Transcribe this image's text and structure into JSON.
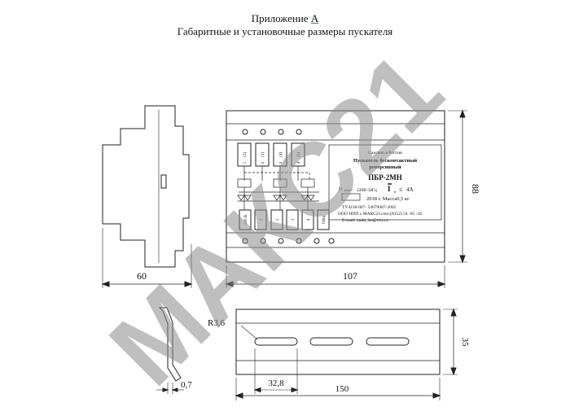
{
  "header": {
    "line1_prefix": "Приложение ",
    "line1_letter": "А",
    "line2": "Габаритные и установочные размеры пускателя"
  },
  "side_view": {
    "width_dim": "60"
  },
  "front_view": {
    "width_dim": "107",
    "height_dim": "88",
    "label": {
      "made_in": "Сделано в России",
      "name_line1": "Пускатель бесконтактный",
      "name_line2": "реверсивный",
      "model": "ПБР-2МН",
      "supply_u": "U",
      "supply_sub": "пит.=",
      "supply_value": "220В  50Гц",
      "current_i": "I",
      "current_sub": "н",
      "current_sign": "≤",
      "current_value": "4А",
      "year_mass": "2018 г.  Масса0,5 кг",
      "tu": "ТУ4218-007- 54079087-2005",
      "company": "ООО НПП « МАКС21»тел.(8352) 54 -05 -24",
      "email": "E-mail: maks_ko@cbx.ru"
    },
    "top_terminals": [
      "(2)",
      "(3)",
      "(4)",
      "(5)"
    ],
    "top_terminal_marks": [
      "1",
      "2",
      "3",
      "4"
    ],
    "bottom_terminals": [
      "220 В",
      "1",
      "2",
      "3",
      "4",
      "Общ"
    ]
  },
  "rail_view": {
    "radius_dim": "R3,6",
    "slot_dim": "32,8",
    "length_dim": "150",
    "height_dim": "35"
  },
  "profile_view": {
    "thickness_dim": "0,7"
  },
  "watermark": {
    "text": "МАКС21",
    "color": "#8a8a8a"
  },
  "colors": {
    "ink": "#222222",
    "accent": "#3a8f3a"
  }
}
